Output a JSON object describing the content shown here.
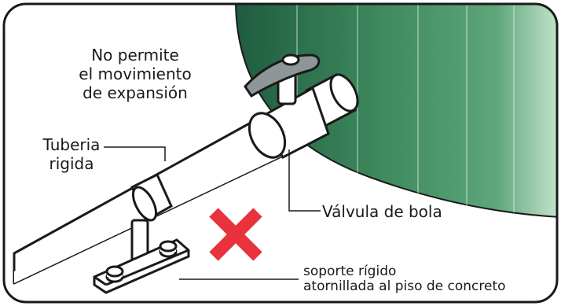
{
  "labels": {
    "no_expansion_line1": "No permite",
    "no_expansion_line2": "el movimiento",
    "no_expansion_line3": "de expansión",
    "pipe_line1": "Tuberia",
    "pipe_line2": "rigida",
    "valve": "Válvula de bola",
    "support_line1": "soporte rígido",
    "support_line2": "atornillada al piso de concreto"
  },
  "colors": {
    "tank_dark": "#1f5c40",
    "tank_mid": "#4a9467",
    "tank_light": "#c6e6cf",
    "valve_handle": "#8f9699",
    "x_mark": "#e8333c",
    "outline": "#1a1a1a"
  },
  "icons": {
    "forbidden": "x-mark-icon"
  }
}
